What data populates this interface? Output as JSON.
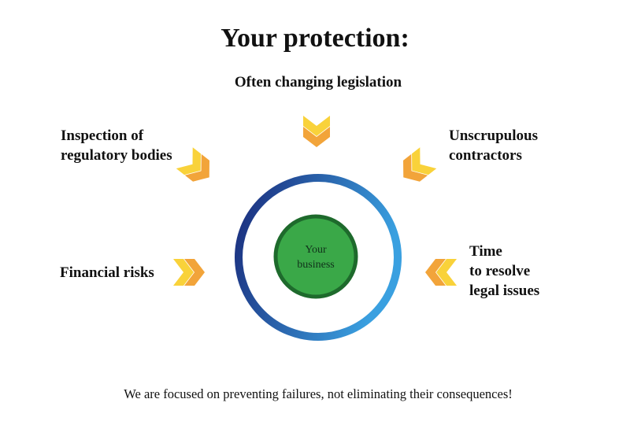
{
  "title": "Your protection:",
  "center": {
    "line1": "Your",
    "line2": "business"
  },
  "threats": {
    "top": "Often changing legislation",
    "top_left": {
      "line1": "Inspection of",
      "line2": "regulatory bodies"
    },
    "top_right": {
      "line1": "Unscrupulous",
      "line2": "contractors"
    },
    "mid_left": "Financial risks",
    "mid_right": {
      "line1": "Time",
      "line2": "to resolve",
      "line3": "legal issues"
    }
  },
  "footer": "We are focused on preventing failures, not eliminating  their consequences!",
  "colors": {
    "ring_dark": "#1a2a7a",
    "ring_light": "#3aa0e0",
    "center_fill": "#3aa848",
    "center_stroke": "#1e6a2c",
    "arrow_light": "#f9d23a",
    "arrow_dark": "#f2a43a"
  },
  "icons": {
    "arrow": "chevron-double-arrow-icon"
  }
}
